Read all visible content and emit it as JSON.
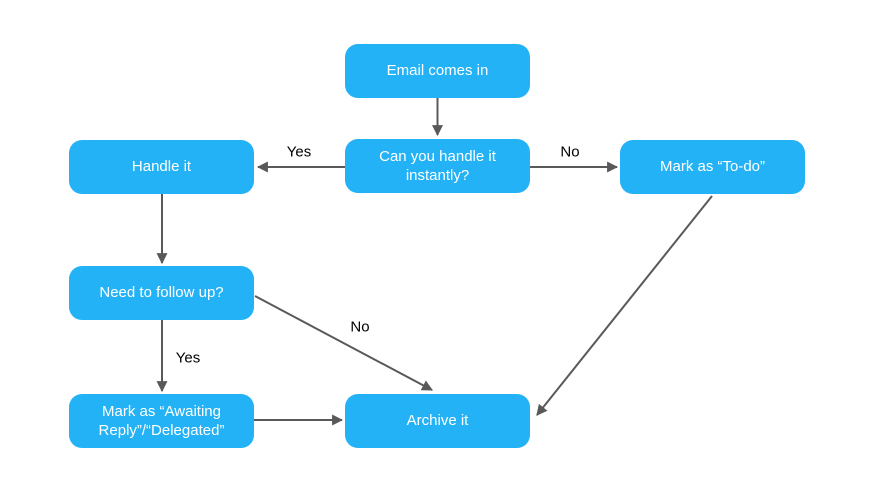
{
  "colors": {
    "node_fill": "#24b2f6",
    "node_text": "#ffffff",
    "arrow": "#595959",
    "edge_label_text": "#000000",
    "background": "#ffffff"
  },
  "nodes": [
    {
      "id": "email-comes-in",
      "label": "Email comes in"
    },
    {
      "id": "can-handle-instantly",
      "label": "Can you handle it instantly?"
    },
    {
      "id": "handle-it",
      "label": "Handle it"
    },
    {
      "id": "mark-todo",
      "label": "Mark as “To-do”"
    },
    {
      "id": "need-follow-up",
      "label": "Need to follow up?"
    },
    {
      "id": "mark-awaiting-delegated",
      "label": "Mark as “Awaiting Reply”/“Delegated”"
    },
    {
      "id": "archive-it",
      "label": "Archive it"
    }
  ],
  "edges": [
    {
      "from": "email-comes-in",
      "to": "can-handle-instantly",
      "label": ""
    },
    {
      "from": "can-handle-instantly",
      "to": "handle-it",
      "label": "Yes"
    },
    {
      "from": "can-handle-instantly",
      "to": "mark-todo",
      "label": "No"
    },
    {
      "from": "handle-it",
      "to": "need-follow-up",
      "label": ""
    },
    {
      "from": "need-follow-up",
      "to": "mark-awaiting-delegated",
      "label": "Yes"
    },
    {
      "from": "need-follow-up",
      "to": "archive-it",
      "label": "No"
    },
    {
      "from": "mark-awaiting-delegated",
      "to": "archive-it",
      "label": ""
    },
    {
      "from": "mark-todo",
      "to": "archive-it",
      "label": ""
    }
  ]
}
